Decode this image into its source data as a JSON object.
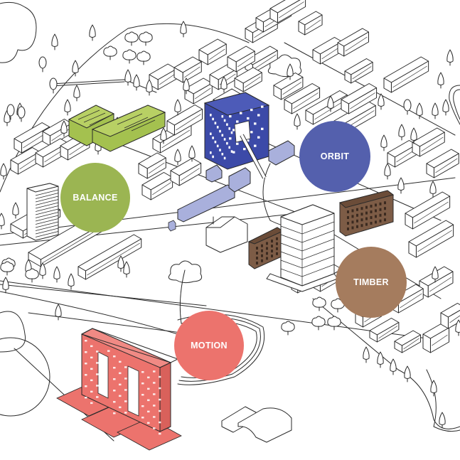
{
  "map": {
    "title": "Isometric campus district map",
    "hotspots": [
      {
        "id": "balance",
        "label": "BALANCE",
        "color": "#9bb552",
        "building_color": "#a4c14f"
      },
      {
        "id": "orbit",
        "label": "ORBIT",
        "color": "#5460ad",
        "building_color": "#3c4aa8",
        "light_color": "#a9b0dc"
      },
      {
        "id": "timber",
        "label": "TIMBER",
        "color": "#a57c5e",
        "building_color": "#7d5c46"
      },
      {
        "id": "motion",
        "label": "MOTION",
        "color": "#ec736d",
        "building_color": "#ec736d"
      }
    ],
    "line_color": "#2a2a2a",
    "background_color": "#ffffff"
  }
}
